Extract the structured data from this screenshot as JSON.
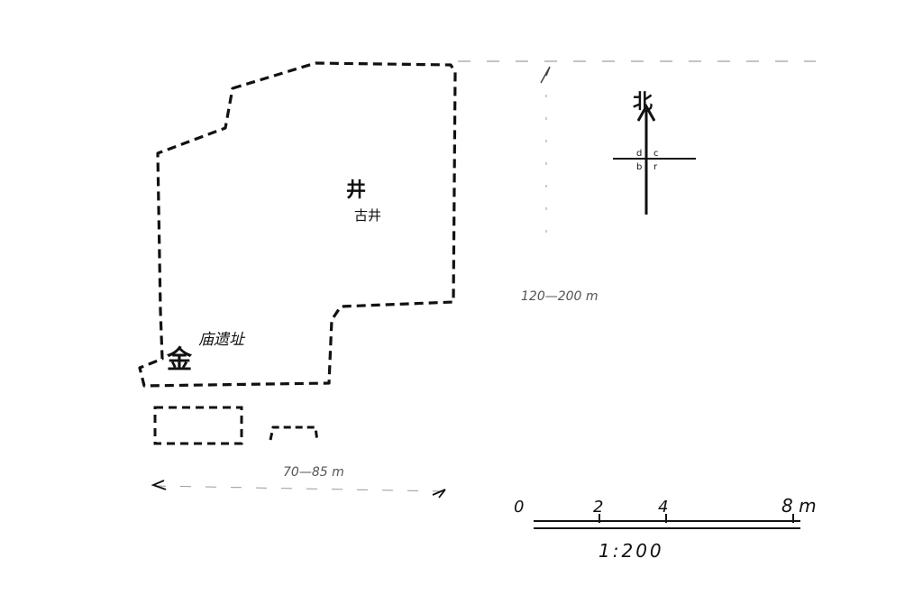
{
  "map": {
    "well_symbol": "井",
    "well_label": "古井",
    "temple_symbol": "⾦",
    "temple_label": "庙遗址",
    "north_label": "北",
    "width_dimension": "120—200 m",
    "length_dimension": "70—85 m",
    "scale_bar": {
      "ticks": [
        "0",
        "2",
        "4",
        "8 m"
      ],
      "ratio": "1:200"
    }
  }
}
